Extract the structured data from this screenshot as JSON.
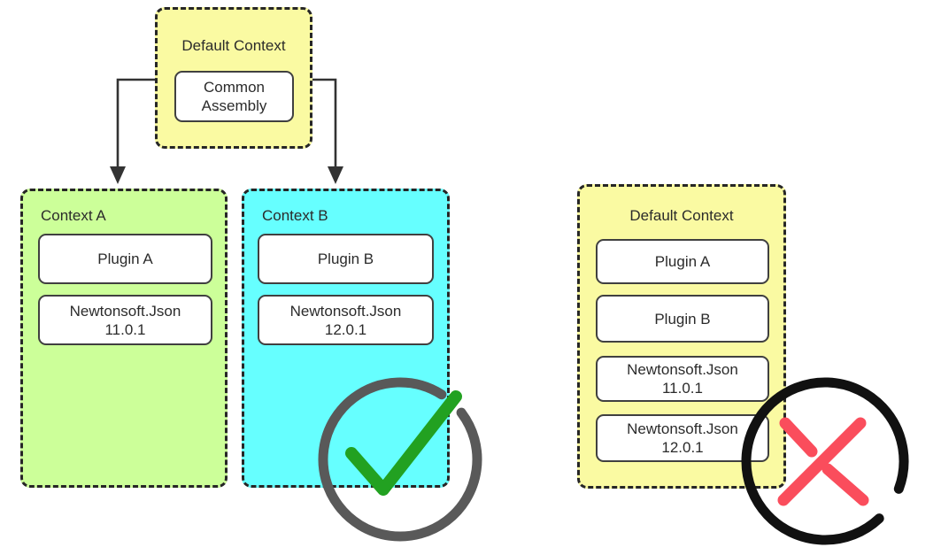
{
  "diagram": {
    "top_context": {
      "title": "Default Context",
      "assembly_label": "Common\nAssembly"
    },
    "context_a": {
      "title": "Context A",
      "items": [
        "Plugin A",
        "Newtonsoft.Json\n11.0.1"
      ]
    },
    "context_b": {
      "title": "Context B",
      "items": [
        "Plugin B",
        "Newtonsoft.Json\n12.0.1"
      ]
    },
    "merged_context": {
      "title": "Default Context",
      "items": [
        "Plugin A",
        "Plugin B",
        "Newtonsoft.Json\n11.0.1",
        "Newtonsoft.Json\n12.0.1"
      ]
    },
    "status_icons": {
      "context_b_result": "check-circle-icon",
      "merged_result": "cross-circle-icon"
    },
    "colors": {
      "default_context_fill": "#FAFAA2",
      "context_a_fill": "#CCFF99",
      "context_b_fill": "#66FFFF",
      "inner_box_fill": "#FFFFFF",
      "dashed_border": "#262626",
      "inner_border": "#404040",
      "arrow": "#333333",
      "check_mark": "#22A121",
      "check_ring": "#595959",
      "cross_mark": "#FA4D5C",
      "cross_ring": "#111111",
      "text": "#2B2B2B"
    }
  }
}
